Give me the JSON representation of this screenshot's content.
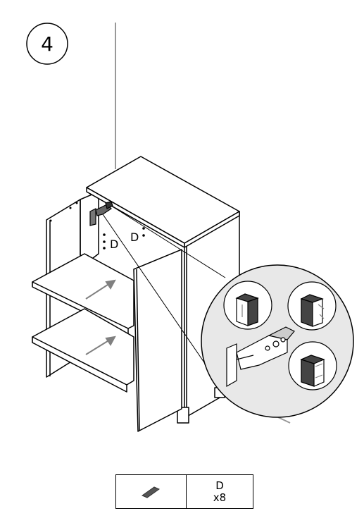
{
  "step": {
    "number": "4"
  },
  "labels": {
    "part_d_upper": "D",
    "part_d_lower": "D"
  },
  "parts": {
    "letter": "D",
    "quantity": "x8",
    "icon": "dowel-icon"
  },
  "colors": {
    "ink": "#000000",
    "arrow": "#808080",
    "hinge_fill": "#555555",
    "zoom_bg": "#e8e8e8",
    "block": "#444444"
  }
}
